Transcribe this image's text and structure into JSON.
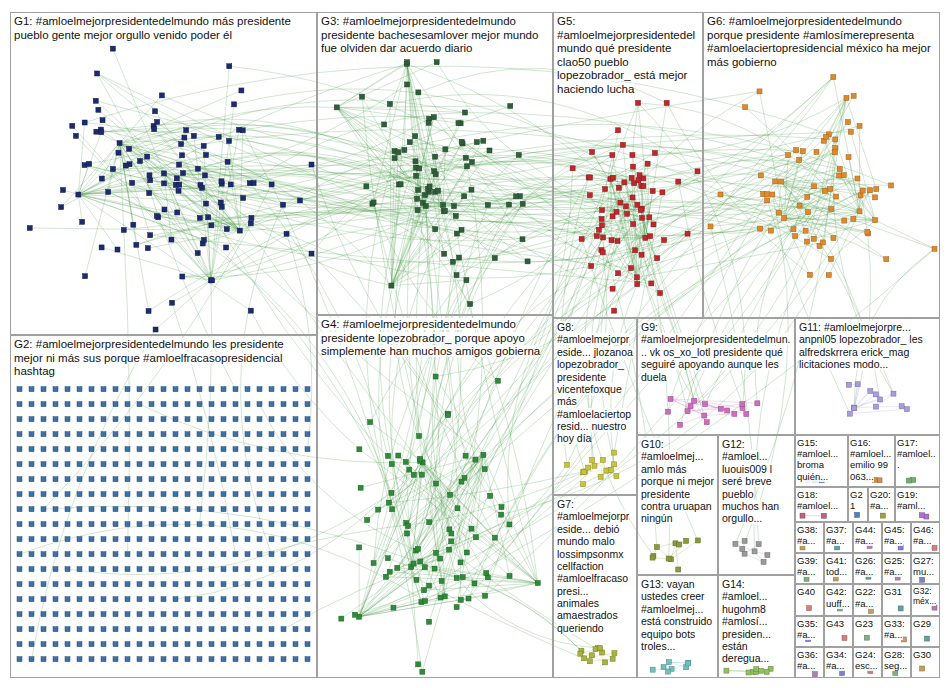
{
  "diagram": {
    "nodes": [
      {
        "text": [
          "G1: #amloelmejorpresidentedelmundo más presidente pueblo gente mejor orgullo venido poder él"
        ]
      },
      {
        "text": [
          "G3: #amloelmejorpresidentedelmundo presidente bachesesamlover mejor mundo fue olviden dar acuerdo diario"
        ]
      },
      {
        "text": [
          "G5: #amloelmejorpresidentedelmundo qué presidente clao50 pueblo lopezobrador_ está mejor haciendo lucha"
        ]
      },
      {
        "text": [
          "G6: #amloelmejorpresidentedelmundo porque presidente #amlosímerepresenta #amloelaciertopresidencial méxico ha mejor más gobierno"
        ]
      },
      {
        "text": [
          "G2: #amloelmejorpresidentedelmundo les presidente mejor ni más sus porque #amloelfracasopresidencial hashtag"
        ]
      },
      {
        "text": [
          "G4: #amloelmejorpresidentedelmundo presidente lopezobrador_ porque apoyo simplemente han muchos amigos gobierna"
        ]
      },
      {
        "text": [
          "G8: #amloelmejorpreside... jlozanoa lopezobrador_ presidente vicentefoxque más #amloelaciertopresid... nuestro hoy día"
        ]
      },
      {
        "text": [
          "G9: #amloelmejorpresidentedelmun... vk os_xo_lotl presidente qué seguiré apoyando aunque les duela"
        ]
      },
      {
        "text": [
          "G11: #amloelmejorpre... anpnl05 lopezobrador_ les alfredskrrera erick_mag licitaciones modo..."
        ]
      },
      {
        "text": [
          "G10: #amloelmej... amlo más porque ni mejor presidente contra uruapan ningún"
        ]
      },
      {
        "text": [
          "G12: #amloel... luouis009 l seré breve pueblo muchos han orgullo..."
        ]
      },
      {
        "text": [
          "G15: #amloel... broma quién..."
        ]
      },
      {
        "text": [
          "G16: #amloel... emilio 99 063..."
        ]
      },
      {
        "text": [
          "G17: #amloel..."
        ]
      },
      {
        "text": [
          "G18: #amloel..."
        ]
      },
      {
        "text": [
          "G21"
        ]
      },
      {
        "text": [
          "G20: #a..."
        ]
      },
      {
        "text": [
          "G19: #aml..."
        ]
      },
      {
        "text": [
          "G7: #amloelmejorpreside... debió mundo malo lossimpsonmx cellfaction #amloelfracasopresi... animales amaestrados queriendo"
        ]
      },
      {
        "text": [
          "G13: vayan ustedes creer #amloelmej... está construido equipo bots troles..."
        ]
      },
      {
        "text": [
          "G14: #amloel... hugohm8 #amlosí... presiden... están deregua..."
        ]
      },
      {
        "text": [
          "G38: #a..."
        ]
      },
      {
        "text": [
          "G37: #a..."
        ]
      },
      {
        "text": [
          "G44: #a..."
        ]
      },
      {
        "text": [
          "G45: #a..."
        ]
      },
      {
        "text": [
          "G46: #a..."
        ]
      },
      {
        "text": [
          "G39: #a..."
        ]
      },
      {
        "text": [
          "G41: tod..."
        ]
      },
      {
        "text": [
          "G26: #a..."
        ]
      },
      {
        "text": [
          "G25: #a..."
        ]
      },
      {
        "text": [
          "G27: mu..."
        ]
      },
      {
        "text": [
          "G40"
        ]
      },
      {
        "text": [
          "G42: uuff..."
        ]
      },
      {
        "text": [
          "G22: #a..."
        ]
      },
      {
        "text": [
          "G31"
        ]
      },
      {
        "text": [
          "G32: méx..."
        ]
      },
      {
        "text": [
          "G35: #a..."
        ]
      },
      {
        "text": [
          "G43"
        ]
      },
      {
        "text": [
          "G23"
        ]
      },
      {
        "text": [
          "G33: #a..."
        ]
      },
      {
        "text": [
          "G29"
        ]
      },
      {
        "text": [
          "G36: #a..."
        ]
      },
      {
        "text": [
          "G34: #a..."
        ]
      },
      {
        "text": [
          "G24: esc..."
        ]
      },
      {
        "text": [
          "G28: seg..."
        ]
      },
      {
        "text": [
          "G30"
        ]
      }
    ]
  }
}
